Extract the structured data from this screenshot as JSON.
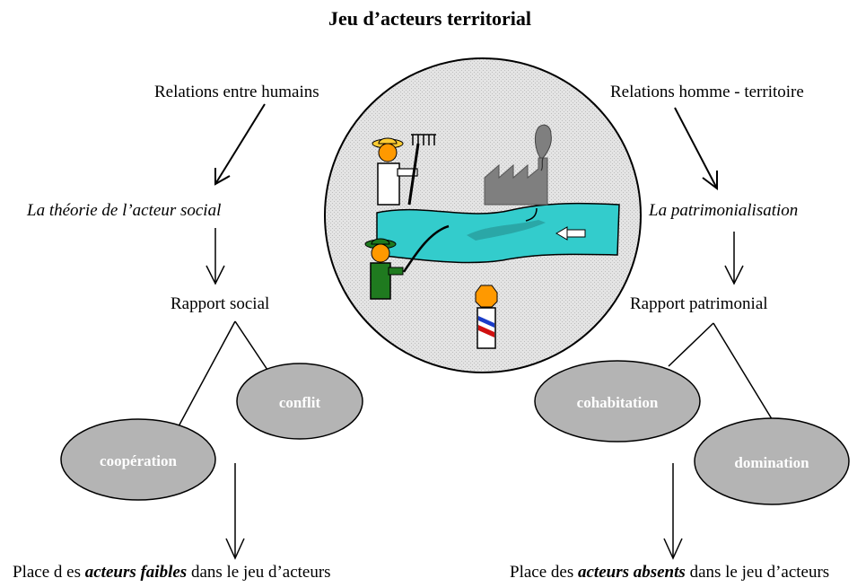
{
  "title": "Jeu d’acteurs territorial",
  "left": {
    "heading": "Relations entre humains",
    "theory": "La théorie de l’acteur   social",
    "rapport": "Rapport social",
    "ovals": [
      "conflit",
      "coopération"
    ],
    "footer": {
      "pre": "Place d es ",
      "emph": "acteurs faibles",
      "post": "  dans le jeu d’acteurs"
    }
  },
  "right": {
    "heading": "Relations homme   - territoire",
    "theory": "La patrimonialisation",
    "rapport": "Rapport patrimonial",
    "ovals": [
      "cohabitation",
      "domination"
    ],
    "footer": {
      "pre": "Place des  ",
      "emph": "acteurs absents",
      "post": "  dans le jeu d’acteurs"
    }
  },
  "colors": {
    "oval_fill": "#b4b4b4",
    "circle_fill": "#dcdcdc",
    "river": "#33cccc",
    "farmer_face": "#ff9900",
    "fisher_coat": "#1f7a1f",
    "factory": "#7f7f7f"
  },
  "icons": [
    "farmer-icon",
    "factory-icon",
    "river-icon",
    "fisherman-icon",
    "official-icon"
  ]
}
